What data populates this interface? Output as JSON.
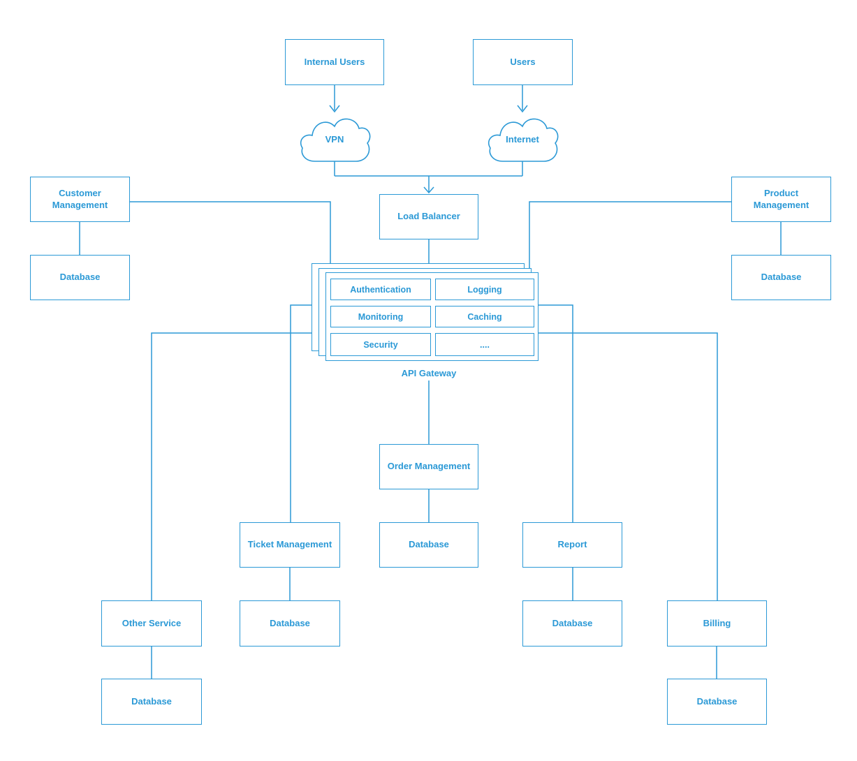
{
  "diagram": {
    "accent_color": "#2B99D6",
    "background_color": "#FFFFFF",
    "nodes": {
      "internal_users": "Internal Users",
      "users": "Users",
      "vpn": "VPN",
      "internet": "Internet",
      "load_balancer": "Load Balancer",
      "customer_management": "Customer Management",
      "customer_database": "Database",
      "product_management": "Product Management",
      "product_database": "Database",
      "order_management": "Order Management",
      "order_database": "Database",
      "ticket_management": "Ticket Management",
      "ticket_database": "Database",
      "report": "Report",
      "report_database": "Database",
      "other_service": "Other Service",
      "other_database": "Database",
      "billing": "Billing",
      "billing_database": "Database"
    },
    "gateway": {
      "label": "API Gateway",
      "features": [
        "Authentication",
        "Logging",
        "Monitoring",
        "Caching",
        "Security",
        "...."
      ]
    },
    "edges": [
      {
        "from": "Internal Users",
        "to": "VPN",
        "arrow": true
      },
      {
        "from": "Users",
        "to": "Internet",
        "arrow": true
      },
      {
        "from": "VPN",
        "to": "Load Balancer",
        "arrow": true
      },
      {
        "from": "Internet",
        "to": "Load Balancer",
        "arrow": true
      },
      {
        "from": "Load Balancer",
        "to": "API Gateway",
        "arrow": false
      },
      {
        "from": "Customer Management",
        "to": "API Gateway",
        "arrow": false
      },
      {
        "from": "Customer Management",
        "to": "Database",
        "arrow": false
      },
      {
        "from": "Product Management",
        "to": "API Gateway",
        "arrow": false
      },
      {
        "from": "Product Management",
        "to": "Database",
        "arrow": false
      },
      {
        "from": "API Gateway",
        "to": "Order Management",
        "arrow": false
      },
      {
        "from": "API Gateway",
        "to": "Ticket Management",
        "arrow": false
      },
      {
        "from": "API Gateway",
        "to": "Report",
        "arrow": false
      },
      {
        "from": "API Gateway",
        "to": "Other Service",
        "arrow": false
      },
      {
        "from": "API Gateway",
        "to": "Billing",
        "arrow": false
      },
      {
        "from": "Order Management",
        "to": "Database",
        "arrow": false
      },
      {
        "from": "Ticket Management",
        "to": "Database",
        "arrow": false
      },
      {
        "from": "Report",
        "to": "Database",
        "arrow": false
      },
      {
        "from": "Other Service",
        "to": "Database",
        "arrow": false
      },
      {
        "from": "Billing",
        "to": "Database",
        "arrow": false
      }
    ]
  }
}
